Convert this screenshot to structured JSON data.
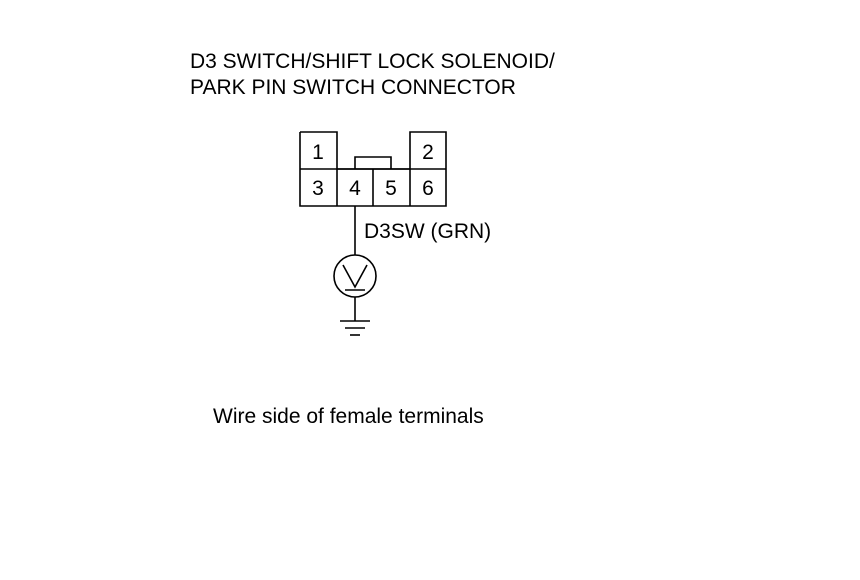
{
  "title": {
    "line1": "D3 SWITCH/SHIFT LOCK SOLENOID/",
    "line2": "PARK PIN SWITCH CONNECTOR"
  },
  "connector": {
    "terminals": [
      {
        "number": "1"
      },
      {
        "number": "2"
      },
      {
        "number": "3"
      },
      {
        "number": "4"
      },
      {
        "number": "5"
      },
      {
        "number": "6"
      }
    ]
  },
  "wire": {
    "label": "D3SW (GRN)"
  },
  "meter": {
    "symbol": "V",
    "icon": "voltmeter-icon"
  },
  "ground": {
    "icon": "ground-icon"
  },
  "caption": "Wire side of female terminals"
}
